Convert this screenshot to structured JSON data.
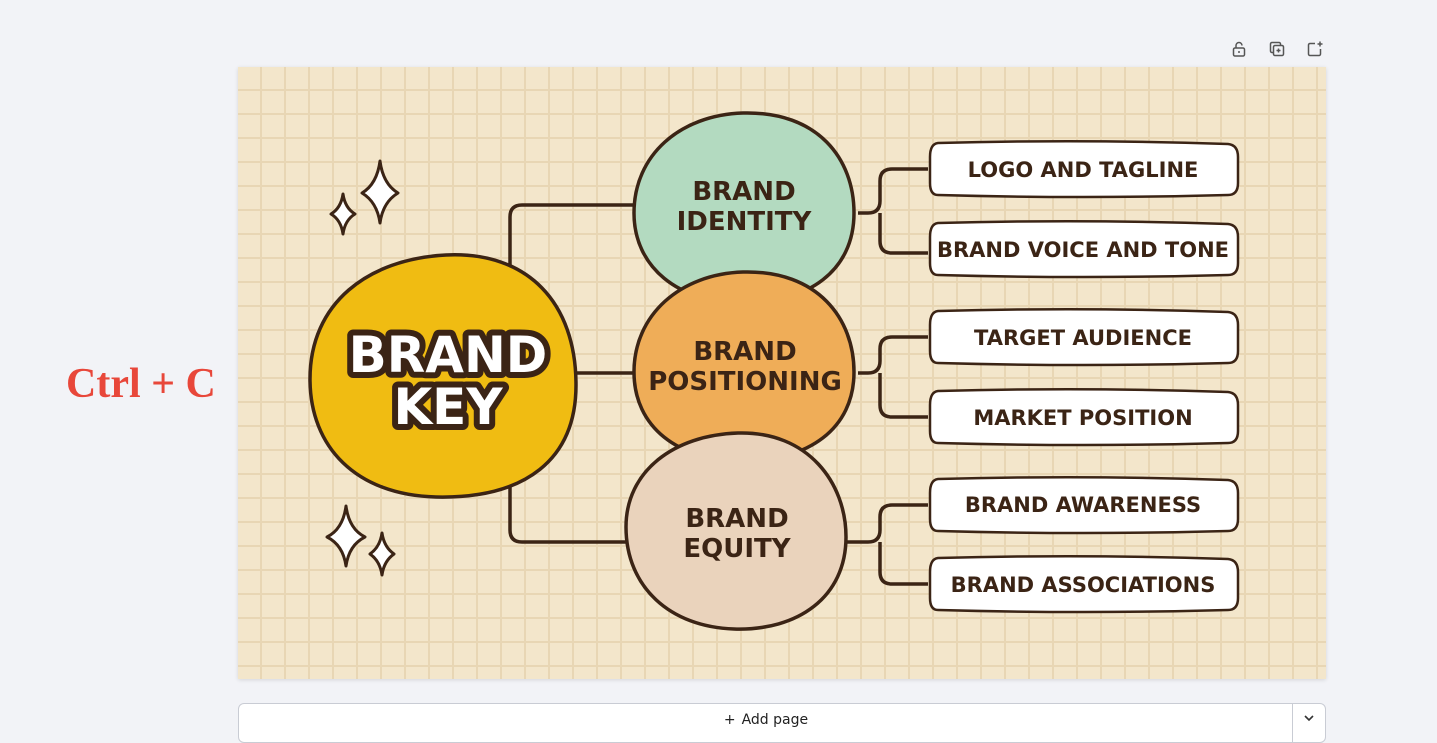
{
  "shortcut": "Ctrl + C",
  "toolbar": {
    "icons": [
      "lock-icon",
      "duplicate-icon",
      "share-icon"
    ]
  },
  "diagram": {
    "center": {
      "line1": "BRAND",
      "line2": "KEY"
    },
    "branches": [
      {
        "line1": "BRAND",
        "line2": "IDENTITY",
        "color": "#b3dac0",
        "items": [
          "LOGO AND TAGLINE",
          "BRAND VOICE AND TONE"
        ]
      },
      {
        "line1": "BRAND",
        "line2": "POSITIONING",
        "color": "#efad58",
        "items": [
          "TARGET AUDIENCE",
          "MARKET POSITION"
        ]
      },
      {
        "line1": "BRAND",
        "line2": "EQUITY",
        "color": "#ead3bc",
        "items": [
          "BRAND AWARENESS",
          "BRAND ASSOCIATIONS"
        ]
      }
    ],
    "colors": {
      "background": "#f3e6cb",
      "grid": "#e8d6b4",
      "outline": "#3b2415",
      "center": "#f0bc12",
      "pill": "#ffffff"
    }
  },
  "add_page": {
    "label": "Add page",
    "plus": "+"
  }
}
